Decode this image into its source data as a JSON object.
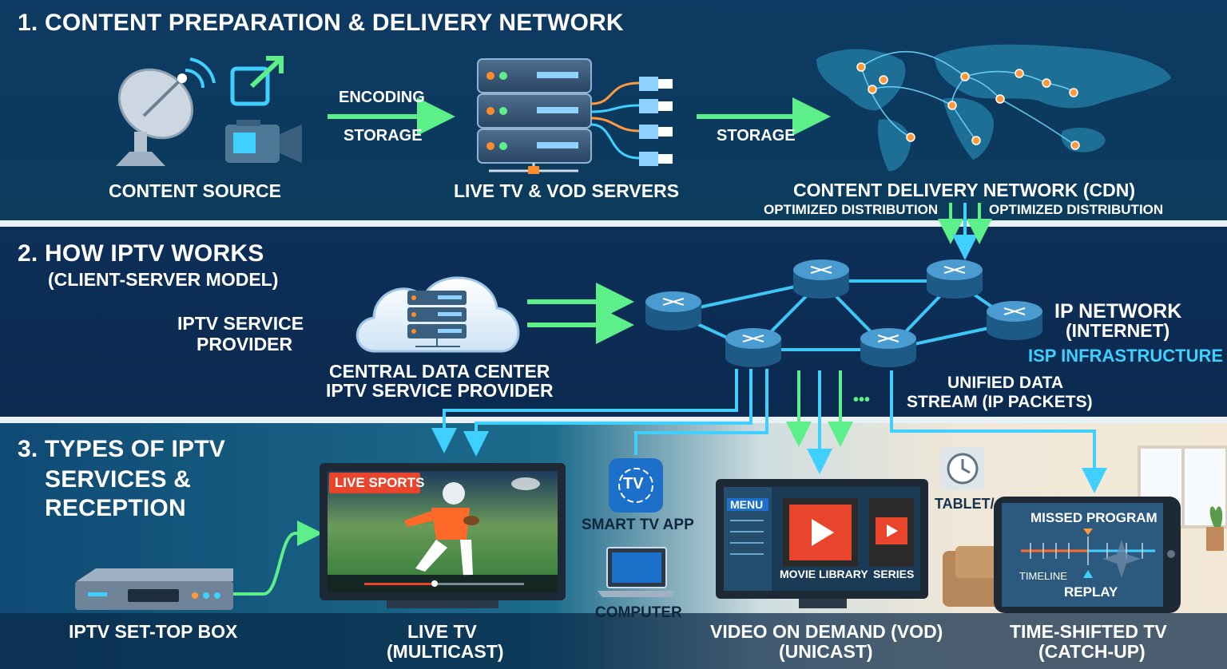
{
  "section1": {
    "heading": "1. CONTENT PREPARATION & DELIVERY NETWORK",
    "content_source": "CONTENT SOURCE",
    "encoding": "ENCODING",
    "storage_a": "STORAGE",
    "servers": "LIVE TV & VOD SERVERS",
    "storage_b": "STORAGE",
    "cdn": "CONTENT DELIVERY NETWORK (CDN)",
    "opt_left": "OPTIMIZED DISTRIBUTION",
    "opt_right": "OPTIMIZED DISTRIBUTION"
  },
  "section2": {
    "heading": "2. HOW IPTV WORKS",
    "subheading": "(CLIENT-SERVER MODEL)",
    "provider_line1": "IPTV SERVICE",
    "provider_line2": "PROVIDER",
    "datacenter_line1": "CENTRAL DATA CENTER",
    "datacenter_line2": "IPTV SERVICE PROVIDER",
    "network_line1": "IP NETWORK",
    "network_line2": "(INTERNET)",
    "isp": "ISP INFRASTRUCTURE",
    "stream_line1": "UNIFIED DATA",
    "stream_line2": "STREAM (IP PACKETS)",
    "dots": "•••"
  },
  "section3": {
    "heading_num": "3.",
    "heading_line1": "TYPES OF IPTV",
    "heading_line2": "SERVICES &",
    "heading_line3": "RECEPTION",
    "live_sports": "LIVE SPORTS",
    "smart_tv_app": "SMART TV APP",
    "tv_glyph": "TV",
    "computer": "COMPUTER",
    "menu": "MENU",
    "movie_library": "MOVIE LIBRARY",
    "series": "SERIES",
    "tablet": "TABLET/",
    "missed_program": "MISSED PROGRAM",
    "timeline": "TIMELINE",
    "replay": "REPLAY",
    "stb": "IPTV SET-TOP BOX",
    "live_tv_line1": "LIVE TV",
    "live_tv_line2": "(MULTICAST)",
    "vod_line1": "VIDEO ON DEMAND (VOD)",
    "vod_line2": "(UNICAST)",
    "tstv_line1": "TIME-SHIFTED TV",
    "tstv_line2": "(CATCH-UP)"
  },
  "colors": {
    "accent_cyan": "#3fd0ff",
    "accent_green": "#5df08a",
    "cdn_node": "#ff9a3c",
    "live_badge": "#e8452c"
  },
  "icons": [
    "satellite-dish-icon",
    "share-icon",
    "video-camera-icon",
    "server-rack-icon",
    "ethernet-plug-icon",
    "world-map-icon",
    "cloud-icon",
    "router-icon",
    "television-icon",
    "smart-tv-app-icon",
    "laptop-icon",
    "play-icon",
    "clock-icon",
    "tablet-icon",
    "set-top-box-icon"
  ]
}
